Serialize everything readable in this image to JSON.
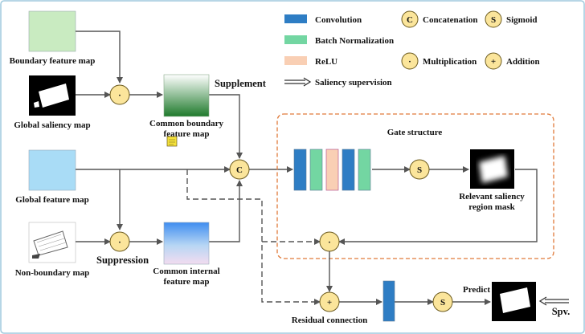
{
  "legend": {
    "convolution": "Convolution",
    "batch_norm": "Batch Normalization",
    "relu": "ReLU",
    "saliency_supervision": "Saliency supervision",
    "concatenation": "Concatenation",
    "multiplication": "Multiplication",
    "sigmoid": "Sigmoid",
    "addition": "Addition"
  },
  "symbols": {
    "concat": "C",
    "mult": "·",
    "sigmoid": "S",
    "add": "+"
  },
  "inputs": {
    "boundary_feature_map": "Boundary feature map",
    "global_saliency_map": "Global saliency map",
    "global_feature_map": "Global feature map",
    "non_boundary_map": "Non-boundary map"
  },
  "intermediate": {
    "common_boundary_l1": "Common boundary",
    "common_boundary_l2": "feature map",
    "common_internal_l1": "Common internal",
    "common_internal_l2": "feature map"
  },
  "labels": {
    "supplement": "Supplement",
    "suppression": "Suppression",
    "gate_structure": "Gate structure",
    "relevant_mask_l1": "Relevant saliency",
    "relevant_mask_l2": "region mask",
    "residual_connection": "Residual connection",
    "predict": "Predict",
    "spv": "Spv."
  },
  "colors": {
    "convolution": "#2e7dc4",
    "batch_norm": "#73d6a2",
    "relu": "#f9cfb4",
    "operator_fill": "#fbe59b",
    "operator_stroke": "#6b5a1e",
    "boundary_map": "#c9ebc1",
    "global_feature_map": "#a9dcf6",
    "gate_border": "#e07a3a",
    "arrow": "#555555"
  },
  "icons": {
    "note": "note-icon"
  }
}
